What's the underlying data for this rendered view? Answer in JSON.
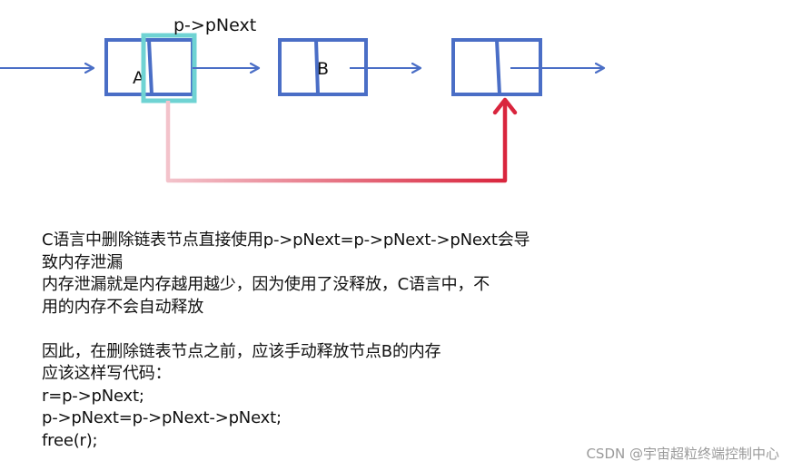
{
  "diagram": {
    "pointer_label": "p->pNext",
    "nodes": [
      {
        "label": "A"
      },
      {
        "label": "B"
      },
      {
        "label": ""
      }
    ],
    "colors": {
      "node_border": "#4a6ec6",
      "highlight_border": "#6fd3d3",
      "bypass_arrow_start": "#f3c3cb",
      "bypass_arrow_end": "#d9253d"
    }
  },
  "notes": {
    "lines": [
      "C语言中删除链表节点直接使用p->pNext=p->pNext->pNext会导",
      "致内存泄漏",
      "内存泄漏就是内存越用越少，因为使用了没释放，C语言中，不",
      "用的内存不会自动释放",
      "",
      "因此，在删除链表节点之前，应该手动释放节点B的内存",
      "应该这样写代码：",
      "r=p->pNext;",
      "p->pNext=p->pNext->pNext;",
      "free(r);"
    ]
  },
  "watermark": "CSDN @宇宙超粒终端控制中心"
}
